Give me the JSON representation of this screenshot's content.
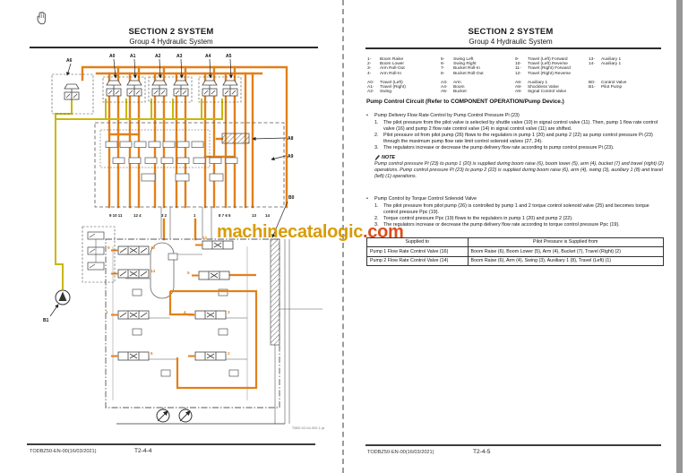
{
  "viewer": {
    "scrollbar_color": "#979797"
  },
  "watermark": {
    "main": "machinecatalogic",
    "suffix": ".com"
  },
  "left_page": {
    "header": {
      "title": "SECTION 2 SYSTEM",
      "subtitle": "Group 4 Hydraulic System"
    },
    "diagram": {
      "labels": {
        "a6": "A6",
        "a0": "A0",
        "a1": "A1",
        "a2": "A2",
        "a3": "A3",
        "a4": "A4",
        "a5": "A5",
        "a8": "A8",
        "a9": "A9",
        "b0": "B0",
        "b1": "B1"
      },
      "port_groups": [
        "9 10 11",
        "12 4",
        "3 2",
        "1",
        "8 7 6 5",
        "13",
        "14"
      ],
      "spool_numbers": [
        "9",
        "10",
        "14",
        "12",
        "1",
        "5",
        "4",
        "3",
        "6",
        "2"
      ],
      "figure_ref": "T0BZ-02-04-002-1 ja",
      "colors": {
        "highlight_orange": "#E2801A",
        "pilot_yellow": "#C9B70B",
        "line_gray": "#4a4a4a"
      }
    },
    "footer": {
      "doc_number": "TODBZ50-EN-00(16/03/2021)",
      "page_number": "T2-4-4"
    }
  },
  "right_page": {
    "header": {
      "title": "SECTION 2 SYSTEM",
      "subtitle": "Group 4 Hydraulic System"
    },
    "legend": {
      "col1_top": [
        {
          "code": "1-",
          "label": "Boom Raise"
        },
        {
          "code": "2-",
          "label": "Boom Lower"
        },
        {
          "code": "3-",
          "label": "Arm Roll-Out"
        },
        {
          "code": "4-",
          "label": "Arm Roll-In"
        }
      ],
      "col1_bottom": [
        {
          "code": "A0-",
          "label": "Travel (Left)"
        },
        {
          "code": "A1-",
          "label": "Travel (Right)"
        },
        {
          "code": "A2-",
          "label": "Swing"
        }
      ],
      "col2_top": [
        {
          "code": "5-",
          "label": "Swing Left"
        },
        {
          "code": "6-",
          "label": "Swing Right"
        },
        {
          "code": "7-",
          "label": "Bucket Roll-In"
        },
        {
          "code": "8-",
          "label": "Bucket Roll-Out"
        }
      ],
      "col2_bottom": [
        {
          "code": "A3-",
          "label": "Arm"
        },
        {
          "code": "A4-",
          "label": "Boom"
        },
        {
          "code": "A5-",
          "label": "Bucket"
        }
      ],
      "col3_top": [
        {
          "code": "9-",
          "label": "Travel (Left) Forward"
        },
        {
          "code": "10-",
          "label": "Travel (Left) Reverse"
        },
        {
          "code": "11-",
          "label": "Travel (Right) Forward"
        },
        {
          "code": "12-",
          "label": "Travel (Right) Reverse"
        }
      ],
      "col3_bottom": [
        {
          "code": "A6-",
          "label": "Auxiliary 1"
        },
        {
          "code": "A8-",
          "label": "Shockless Valve"
        },
        {
          "code": "A9-",
          "label": "Signal Control Valve"
        }
      ],
      "col4_top": [
        {
          "code": "13-",
          "label": "Auxiliary 1"
        },
        {
          "code": "14-",
          "label": "Auxiliary 1"
        }
      ],
      "col4_bottom": [
        {
          "code": "B0-",
          "label": "Control Valve"
        },
        {
          "code": "B1-",
          "label": "Pilot Pump"
        }
      ]
    },
    "section_title": "Pump Control Circuit (Refer to COMPONENT OPERATION/Pump Device.)",
    "topic1": {
      "title": "Pump Delivery Flow Rate Control by Pump Control Pressure Pi (23)",
      "steps": [
        "The pilot pressure from the pilot valve is selected by shuttle valve (10) in signal control valve (11). Then, pump 1 flow rate control valve (16) and pump 2 flow rate control valve (14) in signal control valve (11) are shifted.",
        "Pilot pressure oil from pilot pump (26) flows to the regulators in pump 1 (20) and pump 2 (22) as pump control pressure Pi (23) through the maximum pump flow rate limit control solenoid valves (27, 24).",
        "The regulators increase or decrease the pump delivery flow rate according to pump control pressure Pi (23)."
      ],
      "note_label": "NOTE",
      "note": "Pump control pressure Pi (23) to pump 1 (20) is supplied during boom raise (6), boom lower (5), arm (4), bucket (7) and travel (right) (2) operations. Pump control pressure Pi (23) to pump 2 (22) is supplied during boom raise (6), arm (4), swing (3), auxiliary 1 (8) and travel (left) (1) operations."
    },
    "topic2": {
      "title": "Pump Control by Torque Control Solenoid Valve",
      "steps": [
        "The pilot pressure from pilot pump (26) is controlled by pump 1 and 2 torque control solenoid valve (25) and becomes torque control pressure Ppc (19).",
        "Torque control pressure Ppc (19) flows to the regulators in pump 1 (20) and pump 2 (22).",
        "The regulators increase or decrease the pump delivery flow rate according to torque control pressure Ppc (19)."
      ]
    },
    "table": {
      "headers": [
        "Supplied to",
        "Pilot Pressure is Supplied from"
      ],
      "rows": [
        [
          "Pump 1 Flow Rate Control Valve (16)",
          "Boom Raise (6), Boom Lower (5), Arm (4), Bucket (7), Travel (Right) (2)"
        ],
        [
          "Pump 2 Flow Rate Control Valve (14)",
          "Boom Raise (6), Arm (4), Swing (3), Auxiliary 1 (8), Travel (Left) (1)"
        ]
      ]
    },
    "footer": {
      "doc_number": "TODBZ50-EN-00(16/03/2021)",
      "page_number": "T2-4-5"
    }
  }
}
